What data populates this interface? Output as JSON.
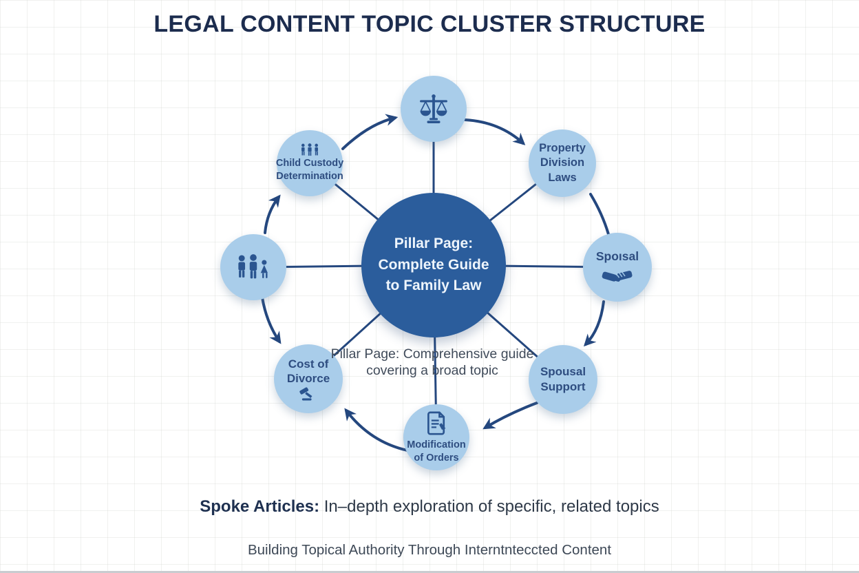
{
  "title": "LEGAL CONTENT TOPIC CLUSTER STRUCTURE",
  "hub": {
    "label": "Pillar Page: Complete Guide to Family Law"
  },
  "spokes": [
    {
      "id": "scales-topic",
      "label": "",
      "icon": "scales-of-justice-icon"
    },
    {
      "id": "child-custody",
      "label": "Child Custody Determination",
      "icon": "family-icon"
    },
    {
      "id": "property-division",
      "label": "Property Division Laws",
      "icon": ""
    },
    {
      "id": "spousal-handshake",
      "label": "Spoısal",
      "icon": "handshake-icon"
    },
    {
      "id": "spousal-support",
      "label": "Spousal Support",
      "icon": ""
    },
    {
      "id": "modification-of-orders",
      "label": "Modification of Orders",
      "icon": "document-edit-icon"
    },
    {
      "id": "cost-of-divorce",
      "label": "Cost of Divorce",
      "icon": "gavel-icon"
    },
    {
      "id": "family-topic",
      "label": "",
      "icon": "family-icon"
    }
  ],
  "annotations": {
    "pillar_note": "Pillar Page: Comprehensive guide covering a broad topic",
    "spoke_note_bold": "Spoke Articles:",
    "spoke_note_rest": " In–depth exploration of specific, related topics",
    "footer": "Building Topical Authority Through Interntnteccted Content"
  },
  "colors": {
    "title_text": "#1c2c4e",
    "hub_fill": "#2b5d9c",
    "hub_text": "#eef5fc",
    "spoke_fill": "#a9cdea",
    "spoke_text": "#2e4d80",
    "line": "#24477e",
    "icon": "#2b5590",
    "note_text": "#404b5a",
    "note_bold": "#1e3050",
    "note_rest": "#2e3948",
    "footer_text": "#3d4856"
  }
}
